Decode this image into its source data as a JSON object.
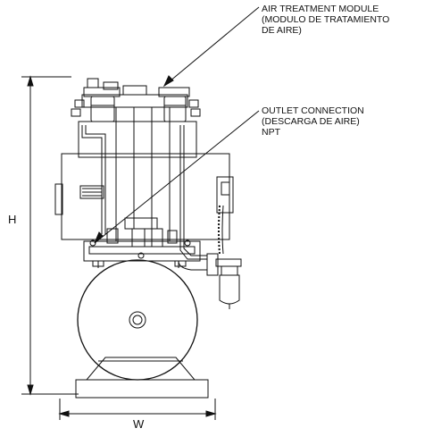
{
  "callouts": {
    "air_treatment": {
      "line1": "AIR TREATMENT MODULE",
      "line2": "(MODULO DE TRATAMIENTO",
      "line3": "DE AIRE)"
    },
    "outlet": {
      "line1": "OUTLET CONNECTION",
      "line2": "(DESCARGA DE AIRE)",
      "line3": "NPT"
    }
  },
  "dimensions": {
    "height_label": "H",
    "width_label": "W"
  },
  "colors": {
    "line": "#111111",
    "paper": "#ffffff"
  }
}
